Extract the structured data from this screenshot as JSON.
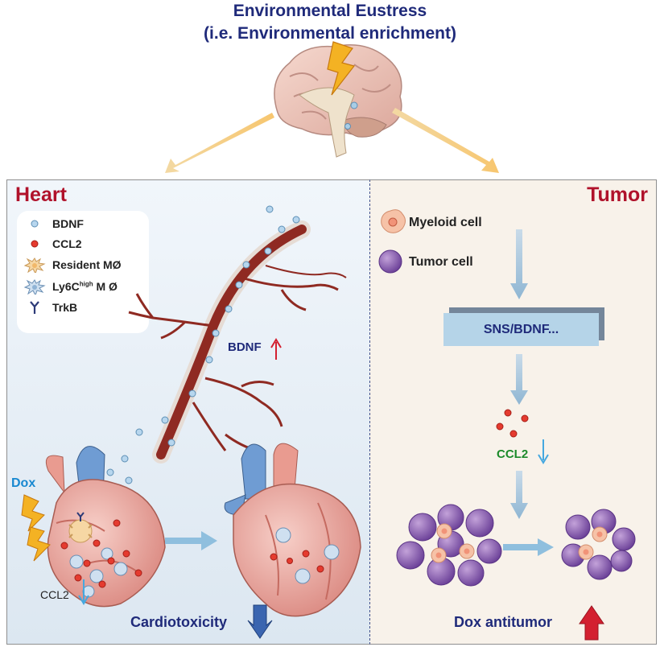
{
  "header": {
    "line1": "Environmental Eustress",
    "line2": "(i.e. Environmental enrichment)"
  },
  "heart_panel": {
    "title": "Heart",
    "bdnf_label": "BDNF",
    "dox_label": "Dox",
    "ccl2_label": "CCL2",
    "outcome_label": "Cardiotoxicity"
  },
  "legend": {
    "items": [
      {
        "label": "BDNF",
        "icon": "bdnf-dot-icon"
      },
      {
        "label": "CCL2",
        "icon": "ccl2-dot-icon"
      },
      {
        "label": "Resident MØ",
        "icon": "resident-macrophage-icon"
      },
      {
        "label_main": "Ly6C",
        "label_sup": "high",
        "label_tail": " M Ø",
        "icon": "ly6c-macrophage-icon"
      },
      {
        "label": "TrkB",
        "icon": "trkb-receptor-icon"
      }
    ]
  },
  "tumor_panel": {
    "title": "Tumor",
    "myeloid_label": "Myeloid cell",
    "tumor_cell_label": "Tumor cell",
    "pathway_label": "SNS/BDNF...",
    "ccl2_label": "CCL2",
    "outcome_label": "Dox antitumor"
  },
  "colors": {
    "title_blue": "#1f2a7a",
    "heading_red": "#b0122b",
    "ccl2_green": "#1c8a2a",
    "dox_blue": "#1888d0",
    "arrow_up_red": "#d32030",
    "arrow_down_blue": "#2a5ea8"
  }
}
